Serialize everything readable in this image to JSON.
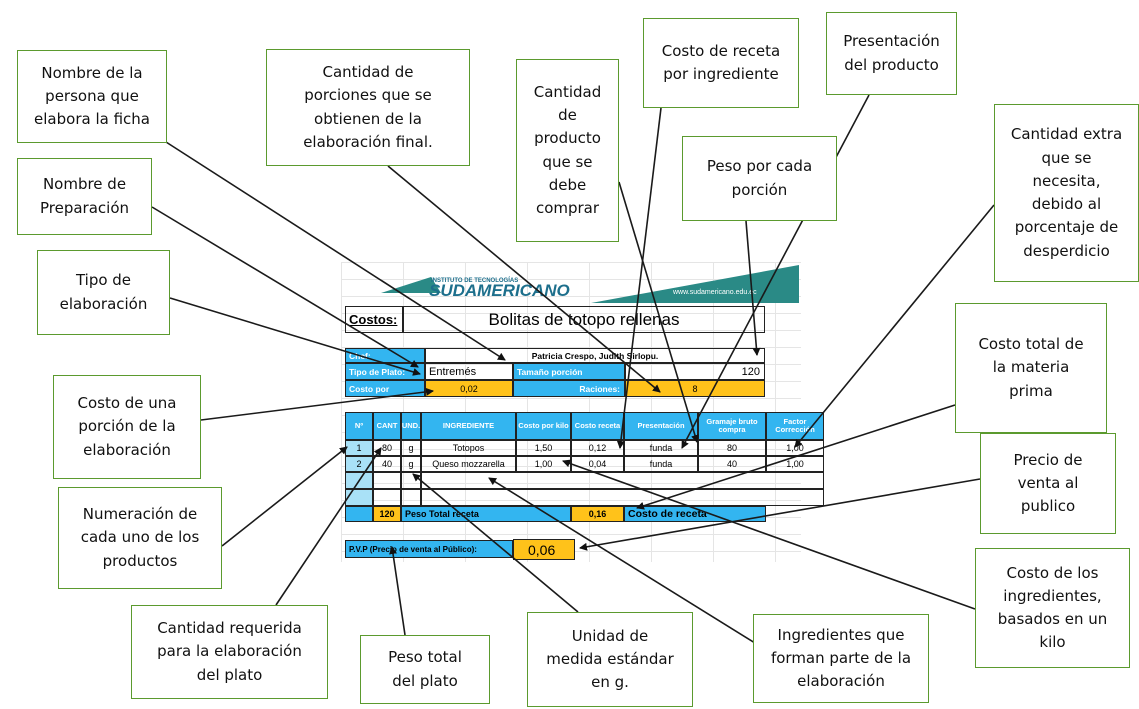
{
  "annotations": {
    "nombre_persona": "Nombre de la\npersona que\nelabora la ficha",
    "cantidad_porciones": "Cantidad de\nporciones que se\nobtienen de la\nelaboración final.",
    "cantidad_producto": "Cantidad\nde\nproducto\nque se\ndebe\ncomprar",
    "costo_receta_ingrediente": "Costo de receta\npor ingrediente",
    "presentacion_producto": "Presentación\ndel producto",
    "cantidad_extra": "Cantidad extra\nque se\nnecesita,\ndebido al\nporcentaje de\ndesperdicio",
    "nombre_preparacion": "Nombre de\nPreparación",
    "peso_porcion": "Peso por cada\nporción",
    "tipo_elaboracion": "Tipo de\nelaboración",
    "costo_total_materia": "Costo total de\nla materia\nprima",
    "costo_una_porcion": "Costo de una\nporción de la\nelaboración",
    "precio_venta": "Precio de\nventa al\npublico",
    "numeracion": "Numeración de\ncada uno de los\nproductos",
    "costo_ingredientes": "Costo de los\ningredientes,\nbasados en un\nkilo",
    "cantidad_requerida": "Cantidad requerida\npara la elaboración\ndel plato",
    "peso_total": "Peso total\ndel plato",
    "unidad_medida": "Unidad de\nmedida estándar\nen g.",
    "ingredientes_forman": "Ingredientes que\nforman parte de la\nelaboración"
  },
  "sheet": {
    "logo_small": "INSTITUTO DE TECNOLOGÍAS",
    "logo_name": "SUDAMERICANO",
    "website": "www.sudamericano.edu.ec",
    "costos_label": "Costos:",
    "recipe_title": "Bolitas de totopo rellenas",
    "chef_label": "Chef:",
    "chef_value": "Patricia Crespo, Judith Sirlopu.",
    "tipo_label": "Tipo de Plato:",
    "tipo_value": "Entremés",
    "tamano_label": "Tamaño porción",
    "tamano_value": "120",
    "costo_por_label": "Costo por",
    "costo_por_value": "0,02",
    "raciones_label": "Raciones:",
    "raciones_value": "8",
    "headers": [
      "Nº",
      "CANT",
      "UND.",
      "INGREDIENTE",
      "Costo por kilo",
      "Costo receta",
      "Presentación",
      "Gramaje bruto compra",
      "Factor Corrección"
    ],
    "rows": [
      [
        "1",
        "80",
        "g",
        "Totopos",
        "1,50",
        "0,12",
        "funda",
        "80",
        "1,00"
      ],
      [
        "2",
        "40",
        "g",
        "Queso mozzarella",
        "1,00",
        "0,04",
        "funda",
        "40",
        "1,00"
      ]
    ],
    "total_cant": "120",
    "peso_total_label": "Peso Total receta",
    "costo_receta_total": "0,16",
    "costo_receta_label": "Costo de receta",
    "pvp_label": "P.V.P (Precio de venta al Público):",
    "pvp_value": "0,06"
  }
}
